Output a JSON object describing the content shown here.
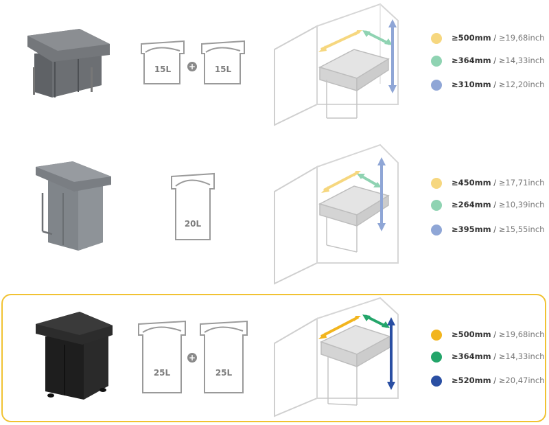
{
  "colors": {
    "highlight_border": "#f1c232",
    "yellow_pale": "#f6d77f",
    "green_pale": "#8fd3b2",
    "blue_pale": "#8fa6d6",
    "yellow": "#f2b51e",
    "green": "#23a56a",
    "blue": "#2a4fa3"
  },
  "rows": [
    {
      "buckets": [
        {
          "label": "15L"
        },
        {
          "label": "15L"
        }
      ],
      "legend": [
        {
          "color": "#f6d77f",
          "mm": "≥500mm",
          "sep": " / ",
          "inch": "≥19,68inch"
        },
        {
          "color": "#8fd3b2",
          "mm": "≥364mm",
          "sep": " / ",
          "inch": "≥14,33inch"
        },
        {
          "color": "#8fa6d6",
          "mm": "≥310mm",
          "sep": " / ",
          "inch": "≥12,20inch"
        }
      ]
    },
    {
      "buckets": [
        {
          "label": "20L"
        }
      ],
      "legend": [
        {
          "color": "#f6d77f",
          "mm": "≥450mm",
          "sep": " / ",
          "inch": "≥17,71inch"
        },
        {
          "color": "#8fd3b2",
          "mm": "≥264mm",
          "sep": " / ",
          "inch": "≥10,39inch"
        },
        {
          "color": "#8fa6d6",
          "mm": "≥395mm",
          "sep": " / ",
          "inch": "≥15,55inch"
        }
      ]
    },
    {
      "buckets": [
        {
          "label": "25L"
        },
        {
          "label": "25L"
        }
      ],
      "legend": [
        {
          "color": "#f2b51e",
          "mm": "≥500mm",
          "sep": " / ",
          "inch": "≥19,68inch"
        },
        {
          "color": "#23a56a",
          "mm": "≥364mm",
          "sep": " / ",
          "inch": "≥14,33inch"
        },
        {
          "color": "#2a4fa3",
          "mm": "≥520mm",
          "sep": " / ",
          "inch": "≥20,47inch"
        }
      ]
    }
  ]
}
